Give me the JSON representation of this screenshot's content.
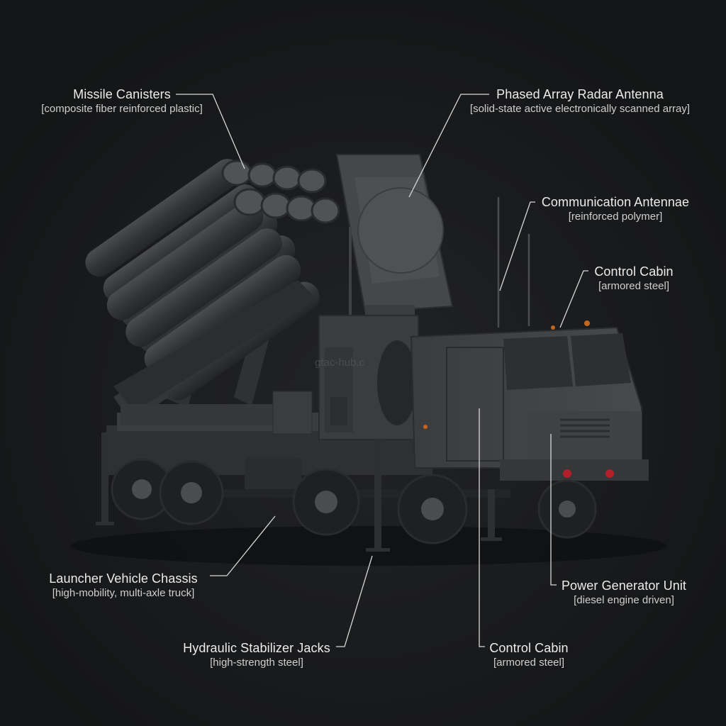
{
  "watermark": "gtac-hub.c",
  "callouts": [
    {
      "title": "Missile Canisters",
      "material": "[composite fiber reinforced plastic]"
    },
    {
      "title": "Phased Array Radar Antenna",
      "material": "[solid-state active electronically scanned array]"
    },
    {
      "title": "Communication Antennae",
      "material": "[reinforced polymer]"
    },
    {
      "title": "Control Cabin",
      "material": "[armored steel]"
    },
    {
      "title": "Launcher Vehicle Chassis",
      "material": "[high-mobility, multi-axle truck]"
    },
    {
      "title": "Power Generator Unit",
      "material": "[diesel engine driven]"
    },
    {
      "title": "Hydraulic Stabilizer Jacks",
      "material": "[high-strength steel]"
    },
    {
      "title": "Control Cabin",
      "material": "[armored steel]"
    }
  ],
  "colors": {
    "background": "#161718",
    "vehicle_body": "#3c3e40",
    "tire": "#1f2021",
    "accent_light": "#c4661f",
    "hook_red": "#b3202a"
  }
}
